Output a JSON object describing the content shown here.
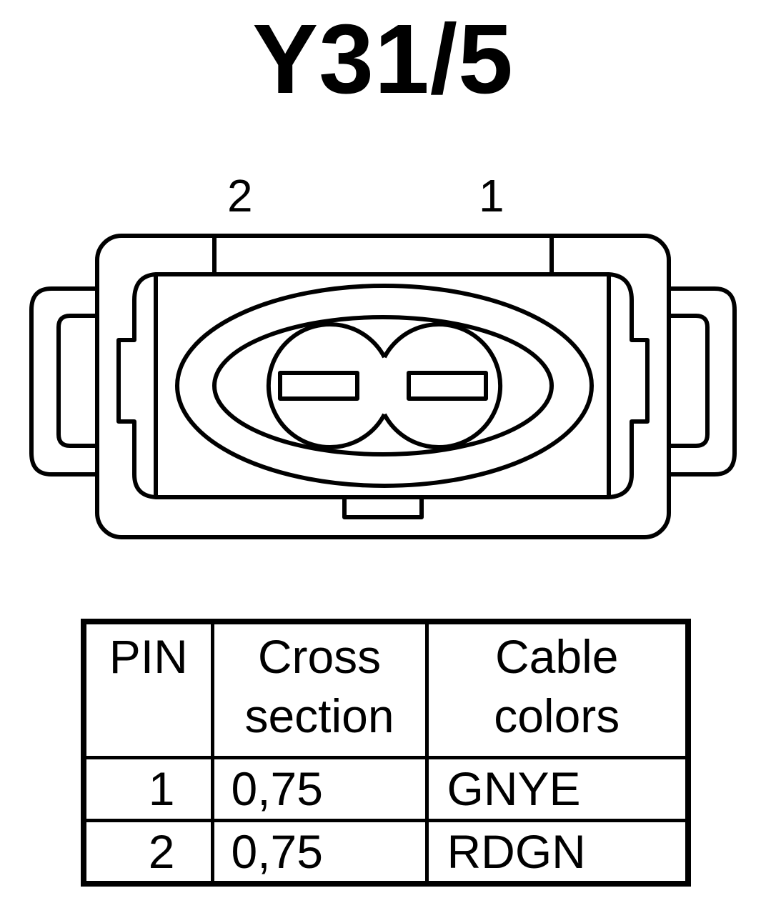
{
  "title": "Y31/5",
  "pin_labels": {
    "left": "2",
    "right": "1"
  },
  "table": {
    "headers": {
      "pin": "PIN",
      "cross_line1": "Cross",
      "cross_line2": "section",
      "color_line1": "Cable",
      "color_line2": "colors"
    },
    "rows": [
      {
        "pin": "1",
        "cross_section": "0,75",
        "color": "GNYE"
      },
      {
        "pin": "2",
        "cross_section": "0,75",
        "color": "RDGN"
      }
    ]
  }
}
